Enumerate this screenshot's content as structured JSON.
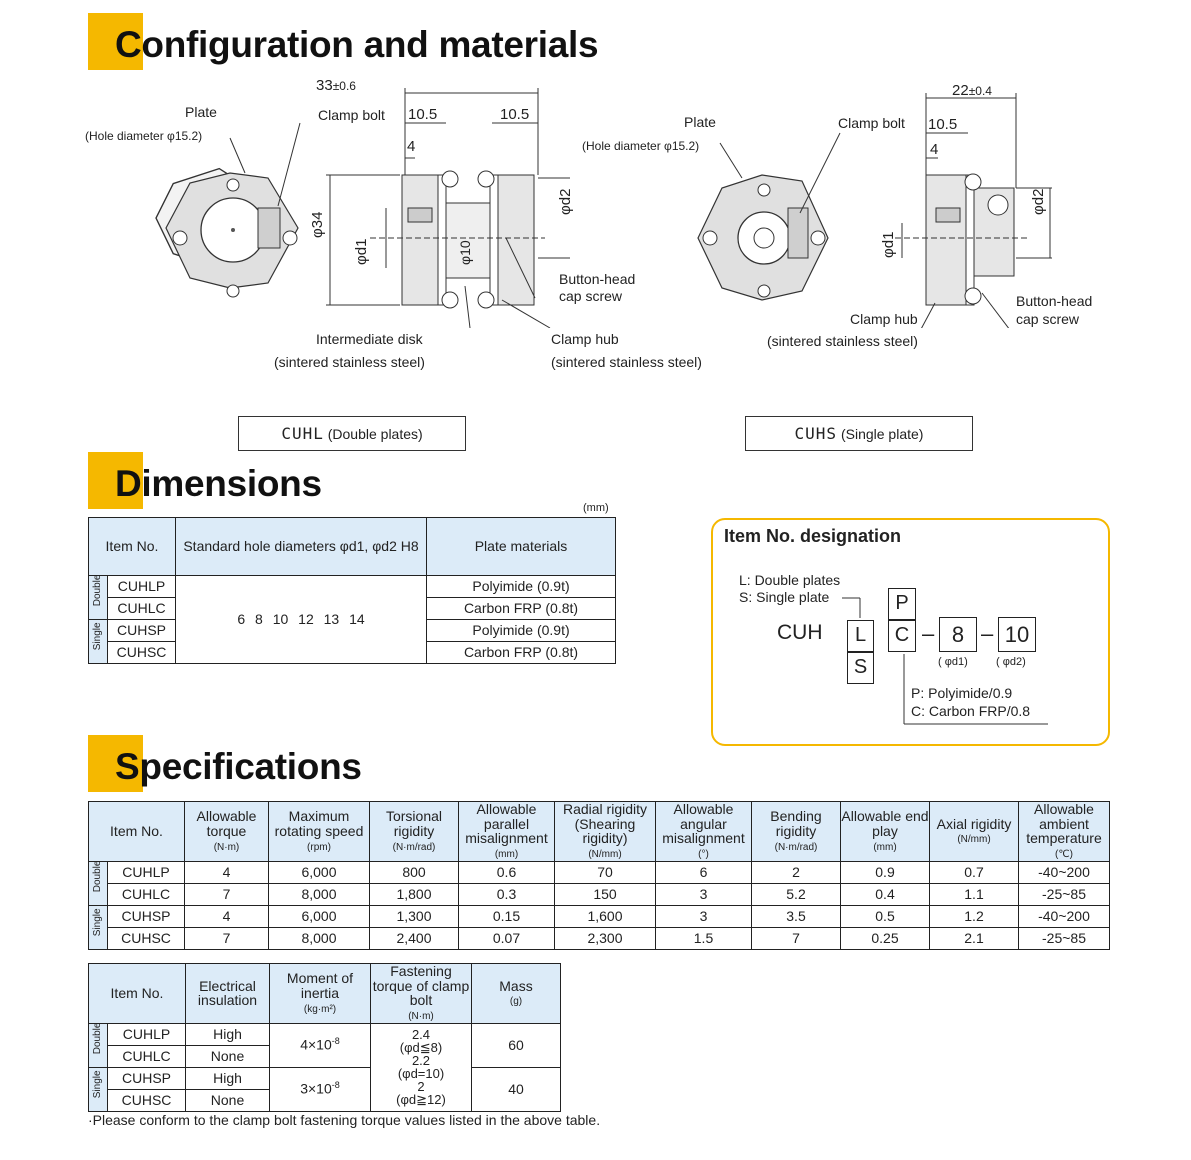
{
  "sections": {
    "config": {
      "first": "C",
      "rest": "onfiguration and materials"
    },
    "dimensions": {
      "first": "D",
      "rest": "imensions"
    },
    "specifications": {
      "first": "S",
      "rest": "pecifications"
    }
  },
  "diagram": {
    "left": {
      "dim_total": "33",
      "dim_total_tol": "±0.6",
      "dim_a": "10.5",
      "dim_b": "10.5",
      "dim_c": "4",
      "dim_phi34": "φ34",
      "dim_phid1": "φd1",
      "dim_phid2": "φd2",
      "dim_phi10": "φ10",
      "plate": "Plate",
      "plate_hole": "(Hole diameter φ15.2)",
      "clamp_bolt": "Clamp bolt",
      "button_head": "Button-head",
      "cap_screw": "cap screw",
      "intermediate_disk": "Intermediate disk",
      "intermediate_material": "(sintered stainless steel)",
      "clamp_hub": "Clamp hub",
      "clamp_hub_material": "(sintered stainless steel)",
      "caption_code": "CUHL",
      "caption_desc": "(Double plates)"
    },
    "right": {
      "dim_total": "22",
      "dim_total_tol": "±0.4",
      "dim_a": "10.5",
      "dim_c": "4",
      "dim_phid1": "φd1",
      "dim_phid2": "φd2",
      "plate": "Plate",
      "plate_hole": "(Hole diameter φ15.2)",
      "clamp_bolt": "Clamp bolt",
      "clamp_hub": "Clamp hub",
      "clamp_hub_material": "(sintered stainless steel)",
      "button_head": "Button-head",
      "cap_screw": "cap screw",
      "caption_code": "CUHS",
      "caption_desc": "(Single plate)"
    }
  },
  "dimensions_table": {
    "unit": "(mm)",
    "headers": {
      "item": "Item No.",
      "holes": "Standard hole diameters φd1, φd2 H8",
      "plate": "Plate materials"
    },
    "groups": {
      "double": "Double",
      "single": "Single"
    },
    "rows": [
      {
        "item": "CUHLP",
        "plate": "Polyimide (0.9t)"
      },
      {
        "item": "CUHLC",
        "plate": "Carbon FRP (0.8t)"
      },
      {
        "item": "CUHSP",
        "plate": "Polyimide (0.9t)"
      },
      {
        "item": "CUHSC",
        "plate": "Carbon FRP (0.8t)"
      }
    ],
    "holes": "6   8   10   12   13   14"
  },
  "designation": {
    "title": "Item No. designation",
    "note_l": "L: Double plates",
    "note_s": "S: Single plate",
    "prefix": "CUH",
    "box_l": "L",
    "box_s": "S",
    "box_p": "P",
    "box_c": "C",
    "dash": "–",
    "d1": "8",
    "d2": "10",
    "d1_label": "( φd1)",
    "d2_label": "( φd2)",
    "note_p": "P: Polyimide/0.9",
    "note_c": "C: Carbon FRP/0.8"
  },
  "spec_table": {
    "headers": [
      {
        "label": "Item No.",
        "unit": ""
      },
      {
        "label": "Allowable torque",
        "unit": "(N·m)"
      },
      {
        "label": "Maximum rotating speed",
        "unit": "(rpm)"
      },
      {
        "label": "Torsional rigidity",
        "unit": "(N·m/rad)"
      },
      {
        "label": "Allowable parallel misalignment",
        "unit": "(mm)"
      },
      {
        "label": "Radial rigidity (Shearing rigidity)",
        "unit": "(N/mm)"
      },
      {
        "label": "Allowable angular misalignment",
        "unit": "(°)"
      },
      {
        "label": "Bending rigidity",
        "unit": "(N·m/rad)"
      },
      {
        "label": "Allowable end play",
        "unit": "(mm)"
      },
      {
        "label": "Axial rigidity",
        "unit": "(N/mm)"
      },
      {
        "label": "Allowable ambient temperature",
        "unit": "(℃)"
      }
    ],
    "rows": [
      [
        "CUHLP",
        "4",
        "6,000",
        "800",
        "0.6",
        "70",
        "6",
        "2",
        "0.9",
        "0.7",
        "-40~200"
      ],
      [
        "CUHLC",
        "7",
        "8,000",
        "1,800",
        "0.3",
        "150",
        "3",
        "5.2",
        "0.4",
        "1.1",
        "-25~85"
      ],
      [
        "CUHSP",
        "4",
        "6,000",
        "1,300",
        "0.15",
        "1,600",
        "3",
        "3.5",
        "0.5",
        "1.2",
        "-40~200"
      ],
      [
        "CUHSC",
        "7",
        "8,000",
        "2,400",
        "0.07",
        "2,300",
        "1.5",
        "7",
        "0.25",
        "2.1",
        "-25~85"
      ]
    ]
  },
  "spec_table2": {
    "headers": [
      {
        "label": "Item No.",
        "unit": ""
      },
      {
        "label": "Electrical insulation",
        "unit": ""
      },
      {
        "label": "Moment of inertia",
        "unit": "(kg·m²)"
      },
      {
        "label": "Fastening torque of clamp bolt",
        "unit": "(N·m)"
      },
      {
        "label": "Mass",
        "unit": "(g)"
      }
    ],
    "items": [
      "CUHLP",
      "CUHLC",
      "CUHSP",
      "CUHSC"
    ],
    "insulation": [
      "High",
      "None",
      "High",
      "None"
    ],
    "inertia_double": "4×10",
    "inertia_single": "3×10",
    "inertia_exp": "-8",
    "torque": [
      "2.4",
      "(φd≦8)",
      "2.2",
      "(φd=10)",
      "2",
      "(φd≧12)"
    ],
    "mass_double": "60",
    "mass_single": "40"
  },
  "footnote": "·Please conform to the clamp bolt fastening torque values listed in the above table."
}
